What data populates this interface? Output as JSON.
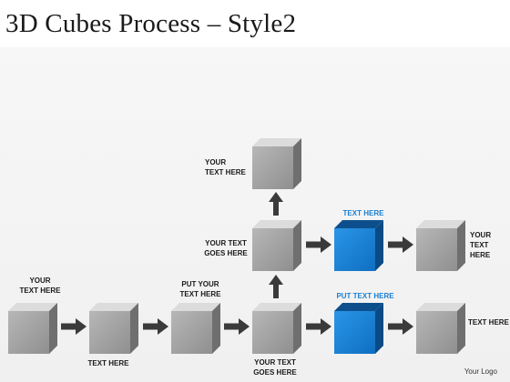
{
  "title": "3D Cubes Process – Style2",
  "colors": {
    "gray_cube": "#9a9a9a",
    "blue_cube": "#1a7fd1",
    "arrow": "#3a3a3a",
    "blue_label": "#1a7fd1"
  },
  "labels": {
    "left_top": "YOUR\nTEXT HERE",
    "bottom_left": "TEXT HERE",
    "put_your": "PUT YOUR\nTEXT HERE",
    "top": "YOUR\nTEXT HERE",
    "middle": "YOUR TEXT\nGOES HERE",
    "bottom_center": "YOUR TEXT\nGOES HERE",
    "blue_top": "TEXT HERE",
    "blue_bottom": "PUT TEXT HERE",
    "right_top": "YOUR\nTEXT HERE",
    "right_bottom": "TEXT HERE"
  },
  "logo": "Your Logo"
}
